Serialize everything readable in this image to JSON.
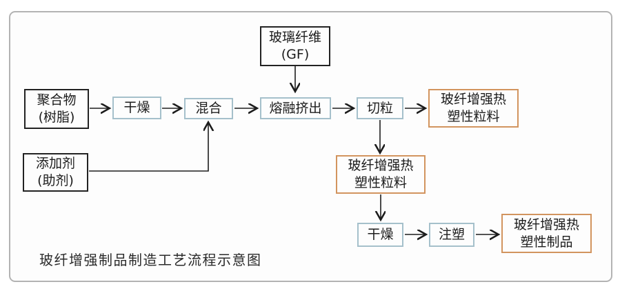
{
  "diagram": {
    "caption": "玻纤增强制品制造工艺流程示意图",
    "nodes": {
      "gf": {
        "line1": "玻璃纤维",
        "line2": "(GF)"
      },
      "polymer": {
        "line1": "聚合物",
        "line2": "(树脂)"
      },
      "additive": {
        "line1": "添加剂",
        "line2": "(助剂)"
      },
      "dry1": {
        "label": "干燥"
      },
      "mix": {
        "label": "混合"
      },
      "extrude": {
        "label": "熔融挤出"
      },
      "cut": {
        "label": "切粒"
      },
      "pellet1": {
        "line1": "玻纤增强热",
        "line2": "塑性粒料"
      },
      "pellet2": {
        "line1": "玻纤增强热",
        "line2": "塑性粒料"
      },
      "dry2": {
        "label": "干燥"
      },
      "inject": {
        "label": "注塑"
      },
      "product": {
        "line1": "玻纤增强热",
        "line2": "塑性制品"
      }
    },
    "colors": {
      "input_border": "#222222",
      "process_border": "#a5c0cb",
      "output_border": "#d2945e",
      "frame_border": "#b3b3b3",
      "arrow": "#1c1c1c",
      "text": "#1c1c1c"
    }
  }
}
